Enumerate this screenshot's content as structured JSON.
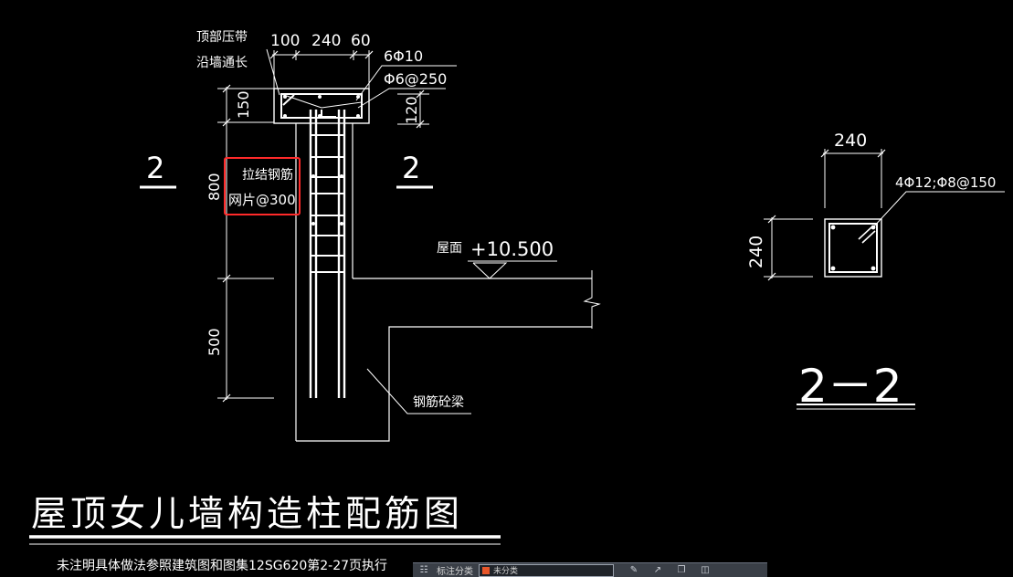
{
  "colors": {
    "background": "#000000",
    "lines": "#ffffff",
    "highlight": "#ff2a2a"
  },
  "labels": {
    "top_band_1": "顶部压带",
    "top_band_2": "沿墙通长",
    "dim_100": "100",
    "dim_240_top": "240",
    "dim_60": "60",
    "rebar_6phi10": "6Φ10",
    "rebar_phi6_250": "Φ6@250",
    "dim_150": "150",
    "dim_120": "120",
    "dim_800": "800",
    "dim_500": "500",
    "section_mark_left": "2",
    "section_mark_right": "2",
    "tie_mesh_1": "拉结钢筋",
    "tie_mesh_2": "网片@300",
    "roof_label": "屋面",
    "roof_elevation": "+10.500",
    "beam_label": "钢筋砼梁",
    "section_dim_top": "240",
    "section_dim_left": "240",
    "section_rebar": "4Φ12;Φ8@150",
    "section_title": "2－2",
    "main_title": "屋顶女儿墙构造柱配筋图",
    "note": "未注明具体做法参照建筑图和图集12SG620第2-27页执行"
  },
  "toolbar": {
    "label": "标注分类",
    "layer_value": "未分类",
    "layer_color": "#e8562a",
    "icons": [
      "layers-icon",
      "pencil-icon",
      "arrow-icon",
      "copy-icon",
      "paste-icon"
    ]
  }
}
